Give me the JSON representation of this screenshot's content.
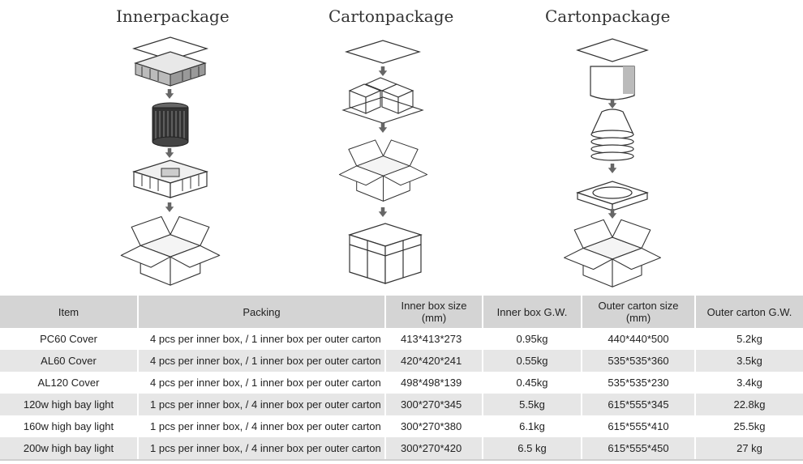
{
  "titles": {
    "col1": "Innerpackage",
    "col2": "Cartonpackage",
    "col3": "Cartonpackage"
  },
  "table": {
    "headers": {
      "item": "Item",
      "packing": "Packing",
      "inner_size_line1": "Inner box size",
      "inner_size_line2": "(mm)",
      "inner_gw": "Inner box G.W.",
      "outer_size_line1": "Outer carton size",
      "outer_size_line2": "(mm)",
      "outer_gw": "Outer carton G.W."
    },
    "rows": [
      {
        "item": "PC60  Cover",
        "packing": "4 pcs per inner box, / 1 inner box per outer carton",
        "inner_size": "413*413*273",
        "inner_gw": "0.95kg",
        "outer_size": "440*440*500",
        "outer_gw": "5.2kg"
      },
      {
        "item": "AL60  Cover",
        "packing": "4 pcs per inner box, / 1 inner box per outer carton",
        "inner_size": "420*420*241",
        "inner_gw": "0.55kg",
        "outer_size": "535*535*360",
        "outer_gw": "3.5kg"
      },
      {
        "item": "AL120  Cover",
        "packing": "4 pcs per inner box, / 1 inner box per outer carton",
        "inner_size": "498*498*139",
        "inner_gw": "0.45kg",
        "outer_size": "535*535*230",
        "outer_gw": "3.4kg"
      },
      {
        "item": "120w high bay light",
        "packing": "1 pcs per inner box, / 4 inner box per outer carton",
        "inner_size": "300*270*345",
        "inner_gw": "5.5kg",
        "outer_size": "615*555*345",
        "outer_gw": "22.8kg"
      },
      {
        "item": "160w high bay light",
        "packing": "1 pcs per inner box, / 4 inner box per outer carton",
        "inner_size": "300*270*380",
        "inner_gw": "6.1kg",
        "outer_size": "615*555*410",
        "outer_gw": "25.5kg"
      },
      {
        "item": "200w high bay light",
        "packing": "1 pcs per inner box, / 4 inner box per outer carton",
        "inner_size": "300*270*420",
        "inner_gw": "6.5 kg",
        "outer_size": "615*555*450",
        "outer_gw": "27 kg"
      }
    ]
  }
}
